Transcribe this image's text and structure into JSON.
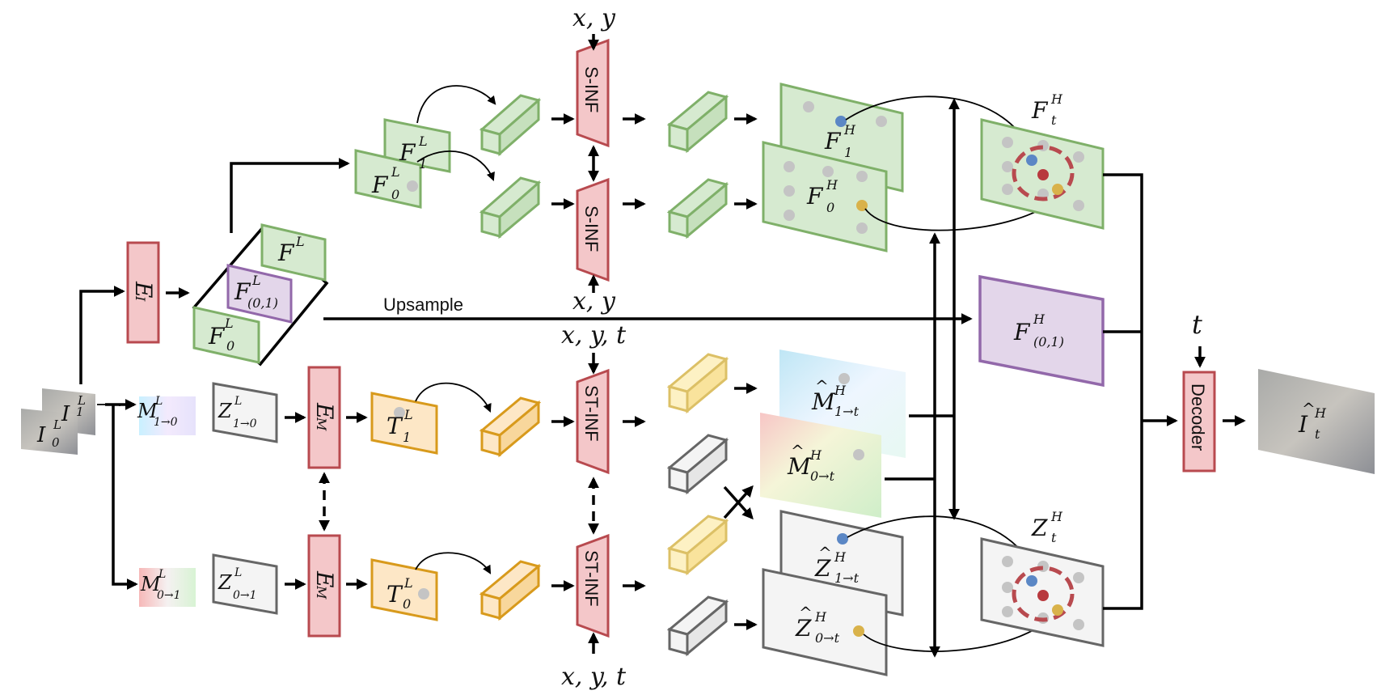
{
  "colors": {
    "red_fill": "#f4c7c9",
    "red_stroke": "#b84a4f",
    "green_fill": "#d6ead0",
    "green_stroke": "#7fb069",
    "purple_fill": "#e3d6ea",
    "purple_stroke": "#9268aa",
    "orange_fill": "#fde7c6",
    "orange_stroke": "#d89a1c",
    "yellow_fill": "#fdf1c4",
    "yellow_stroke": "#dcc066",
    "gray_fill": "#f4f4f4",
    "gray_stroke": "#666666",
    "dot_gray": "#c4c4c4",
    "dot_blue": "#5b87c5",
    "dot_yellow": "#d9b24a",
    "dot_red": "#b8393e"
  },
  "modules": {
    "ei": "E",
    "ei_sub": "I",
    "em": "E",
    "em_sub": "M",
    "sinf": "S-INF",
    "stinf": "ST-INF",
    "decoder": "Decoder"
  },
  "inputs": {
    "xy": "x, y",
    "xyt": "x, y, t",
    "t": "t",
    "upsample": "Upsample"
  },
  "symbols": {
    "F": "F",
    "Z": "Z",
    "M": "M",
    "T": "T",
    "I": "I",
    "L": "L",
    "H": "H",
    "sub_0": "0",
    "sub_1": "1",
    "sub_01": "(0,1)",
    "sub_t": "t",
    "sub_1to0": "1→0",
    "sub_0to1": "0→1",
    "sub_1tot": "1→t",
    "sub_0tot": "0→t",
    "hat": "^"
  }
}
